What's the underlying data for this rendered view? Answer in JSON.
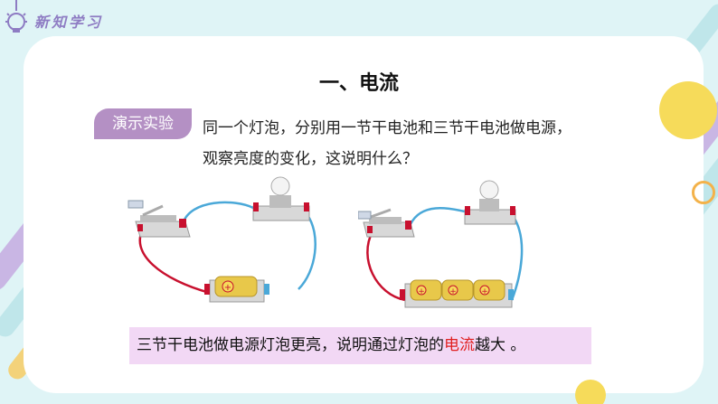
{
  "header": {
    "label": "新知学习",
    "icon": "lightbulb-icon"
  },
  "title": "一、电流",
  "demo": {
    "badge": "演示实验",
    "line1": "同一个灯泡，分别用一节干电池和三节干电池做电源，",
    "line2": "观察亮度的变化，这说明什么？"
  },
  "circuits": {
    "left": {
      "battery_count": 1,
      "battery_symbol": "+"
    },
    "right": {
      "battery_count": 3,
      "battery_symbol": "+"
    }
  },
  "conclusion": {
    "before": "三节干电池做电源灯泡更亮，说明通过灯泡的",
    "highlight": "电流",
    "after": "越大 。"
  },
  "colors": {
    "background": "#dff4f6",
    "card": "#ffffff",
    "badge": "#b490c4",
    "conclusion_bg": "#f2d8f5",
    "highlight": "#e02020",
    "wire_blue": "#4aa8d8",
    "wire_red": "#c8102e",
    "battery": "#e8c84a"
  }
}
